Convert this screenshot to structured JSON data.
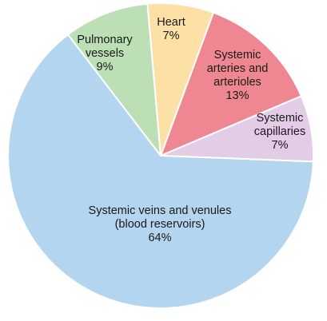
{
  "chart_data": {
    "type": "pie",
    "slices": [
      {
        "label_lines": [
          "Heart",
          "7%"
        ],
        "value": 7,
        "color": "#fde0a6"
      },
      {
        "label_lines": [
          "Systemic",
          "arteries and",
          "arterioles",
          "13%"
        ],
        "value": 13,
        "color": "#ee8791"
      },
      {
        "label_lines": [
          "Systemic",
          "capillaries",
          "7%"
        ],
        "value": 7,
        "color": "#e2cce6"
      },
      {
        "label_lines": [
          "Systemic veins and venules",
          "(blood reservoirs)",
          "64%"
        ],
        "value": 64,
        "color": "#b3d5ef"
      },
      {
        "label_lines": [
          "Pulmonary",
          "vessels",
          "9%"
        ],
        "value": 9,
        "color": "#bcdfb6"
      }
    ],
    "start_angle_deg": -95,
    "direction": "clockwise"
  }
}
